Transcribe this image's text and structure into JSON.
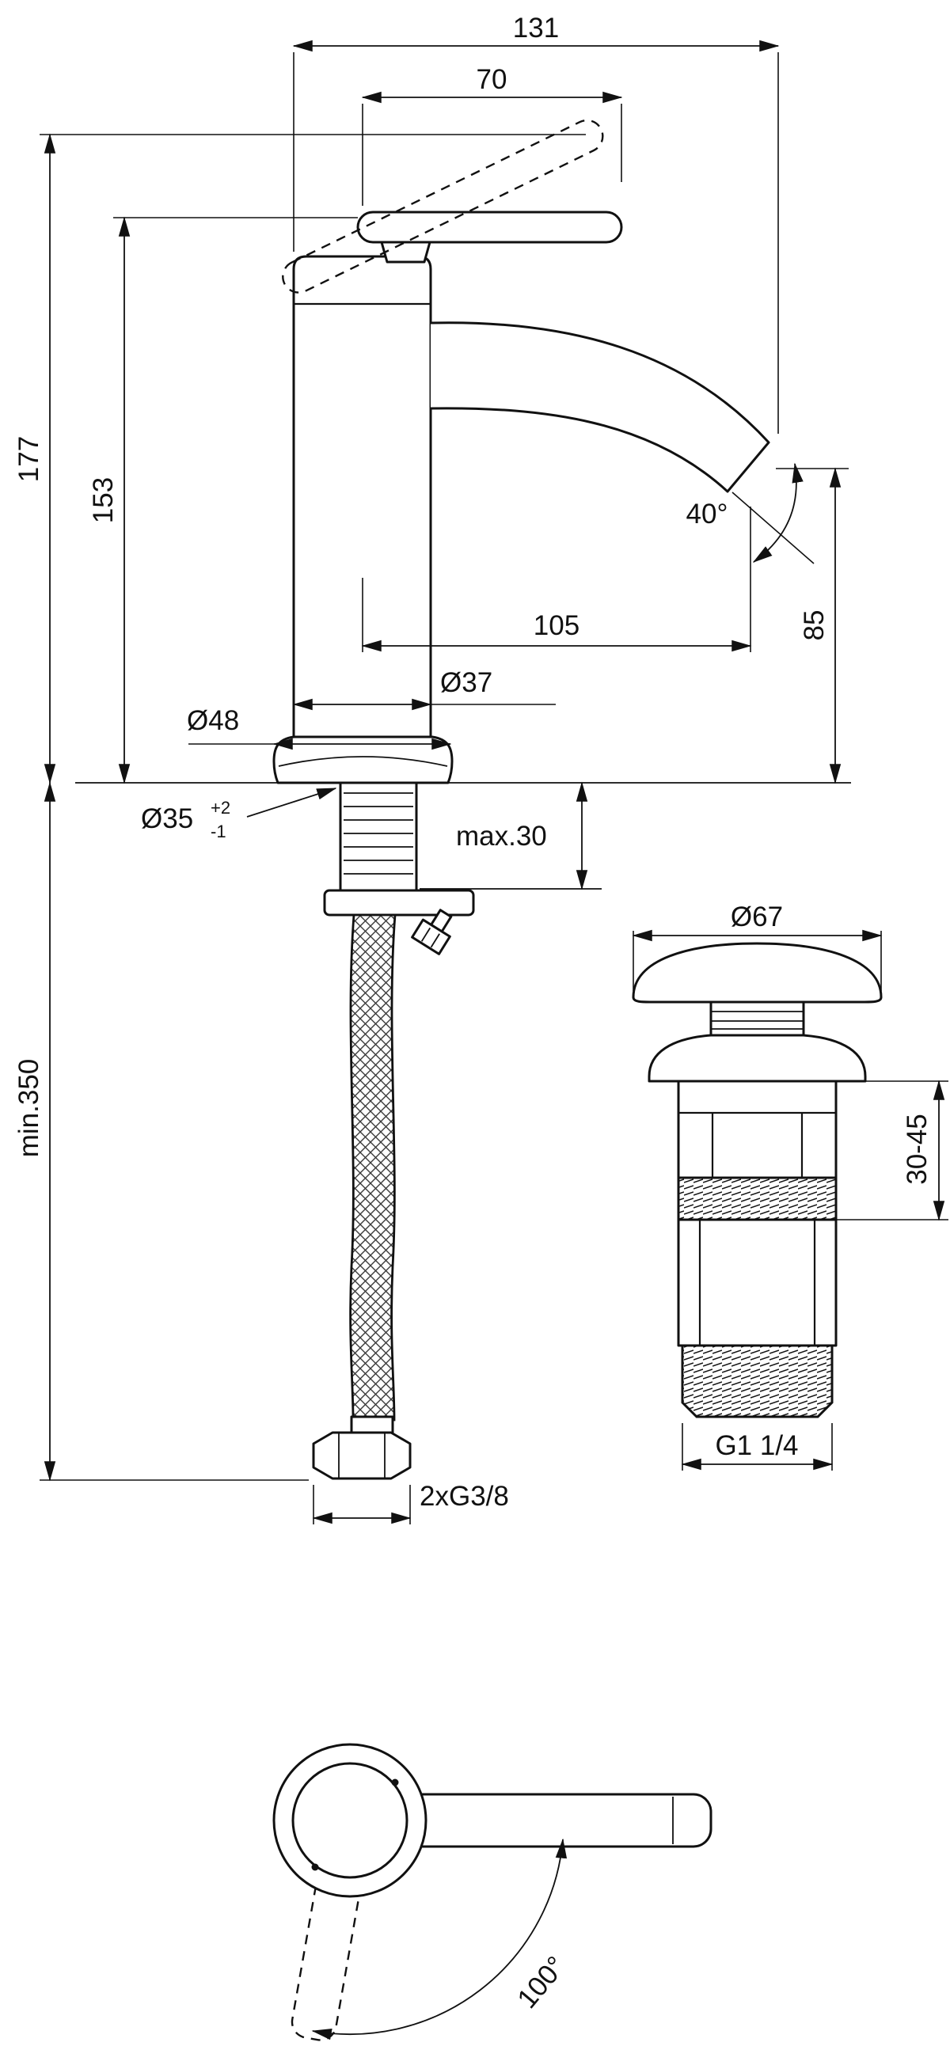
{
  "drawing": {
    "side_view": {
      "overall_depth": "131",
      "lever_projection": "70",
      "height_total": "177",
      "height_body": "153",
      "spout_angle": "40°",
      "spout_reach": "105",
      "spout_height": "85",
      "body_diameter": "Ø37",
      "base_diameter": "Ø48",
      "hole_diameter": "Ø35",
      "hole_tolerance_plus": "+2",
      "hole_tolerance_minus": "-1",
      "deck_thickness_max": "max.30",
      "hose_length_min": "min.350",
      "supply_connection": "2xG3/8"
    },
    "waste_view": {
      "cap_diameter": "Ø67",
      "mounting_range": "30-45",
      "waste_thread": "G1 1/4"
    },
    "top_view": {
      "handle_swivel_angle": "100°"
    }
  }
}
